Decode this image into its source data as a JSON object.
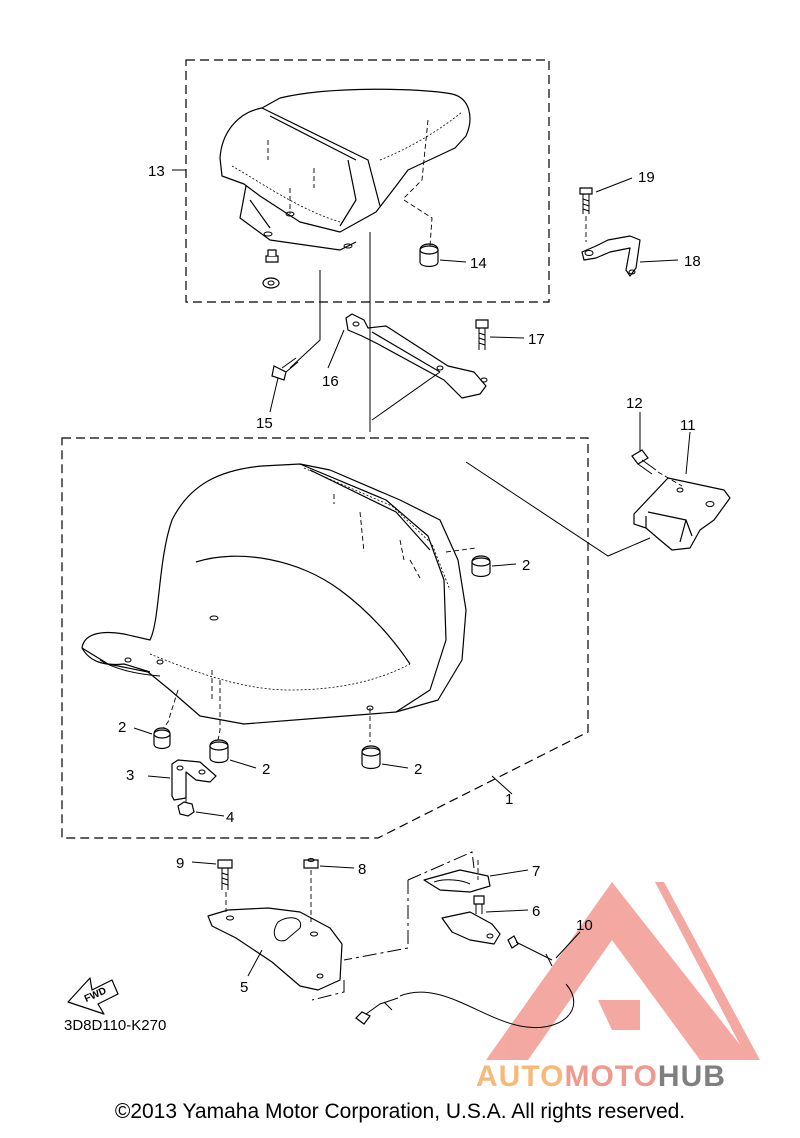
{
  "diagram_code": "3D8D110-K270",
  "copyright": "©2013 Yamaha Motor Corporation, U.S.A. All rights reserved.",
  "fwd_label": "FWD",
  "watermark": {
    "auto": "AUTO",
    "moto": "MOTO",
    "hub": "HUB",
    "colors": {
      "auto": "#f7b97a",
      "moto": "#f0998e",
      "hub": "#7f7f7f",
      "logo": "#f29a92"
    }
  },
  "callouts": {
    "c1": "1",
    "c2a": "2",
    "c2b": "2",
    "c2c": "2",
    "c2d": "2",
    "c3": "3",
    "c4": "4",
    "c5": "5",
    "c6": "6",
    "c7": "7",
    "c8": "8",
    "c9": "9",
    "c10": "10",
    "c11": "11",
    "c12": "12",
    "c13": "13",
    "c14": "14",
    "c15": "15",
    "c16": "16",
    "c17": "17",
    "c18": "18",
    "c19": "19"
  }
}
